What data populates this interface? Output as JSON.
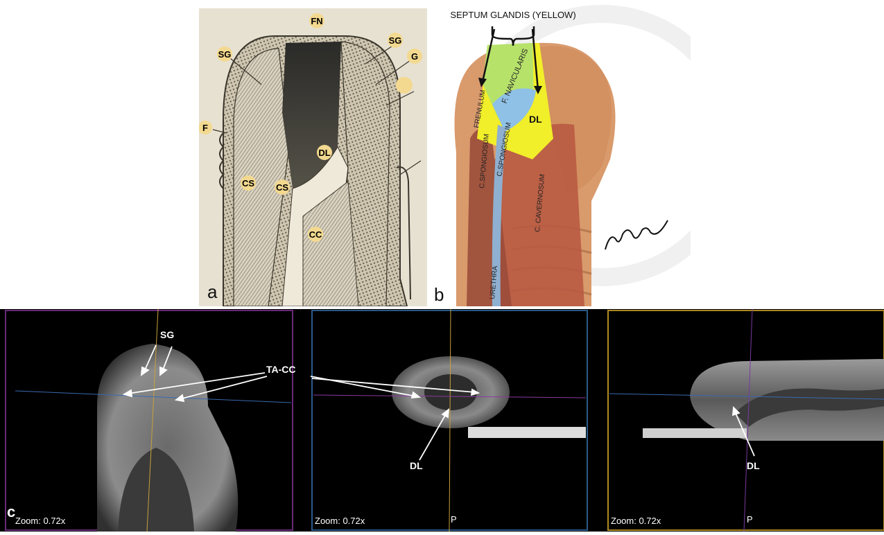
{
  "panel_a": {
    "letter": "a",
    "labels": {
      "fn": "FN",
      "sg_left": "SG",
      "sg_right": "SG",
      "g": "G",
      "f": "F",
      "dl": "DL",
      "cs_left": "CS",
      "cs_right": "CS",
      "cc": "CC"
    }
  },
  "panel_b": {
    "letter": "b",
    "title": "SEPTUM GLANDIS (YELLOW)",
    "labels": {
      "frenulum": "FRENULUM",
      "navicularis": "F. NAVICULARIS",
      "dl": "DL",
      "c_spongiosum_1": "C.SPONGIOSUM",
      "c_spongiosum_2": "C.SPONGIOSUM",
      "c_cavernosum": "C. CAVERNOSUM",
      "urethra": "URETHRA"
    },
    "signature": "H.Sezgin"
  },
  "panel_c": {
    "letter": "c",
    "views": [
      {
        "zoom": "Zoom: 0.72x",
        "orientation": "",
        "labels": {
          "sg": "SG",
          "ta_cc": "TA-CC"
        }
      },
      {
        "zoom": "Zoom: 0.72x",
        "orientation": "P",
        "labels": {
          "dl": "DL"
        }
      },
      {
        "zoom": "Zoom: 0.72x",
        "orientation": "P",
        "labels": {
          "dl": "DL"
        }
      }
    ]
  },
  "colors": {
    "label_badge": "#f3d98f",
    "septum_yellow": "#f1ee2a",
    "navicularis_green": "#b6e26a",
    "navicularis_blue": "#8fc0e6",
    "skin": "#d99a6c",
    "cavernosum_red": "#b85a42",
    "view1_border": "#6a2a7a",
    "view2_border": "#2a5a8a",
    "view3_border": "#b08a20"
  }
}
